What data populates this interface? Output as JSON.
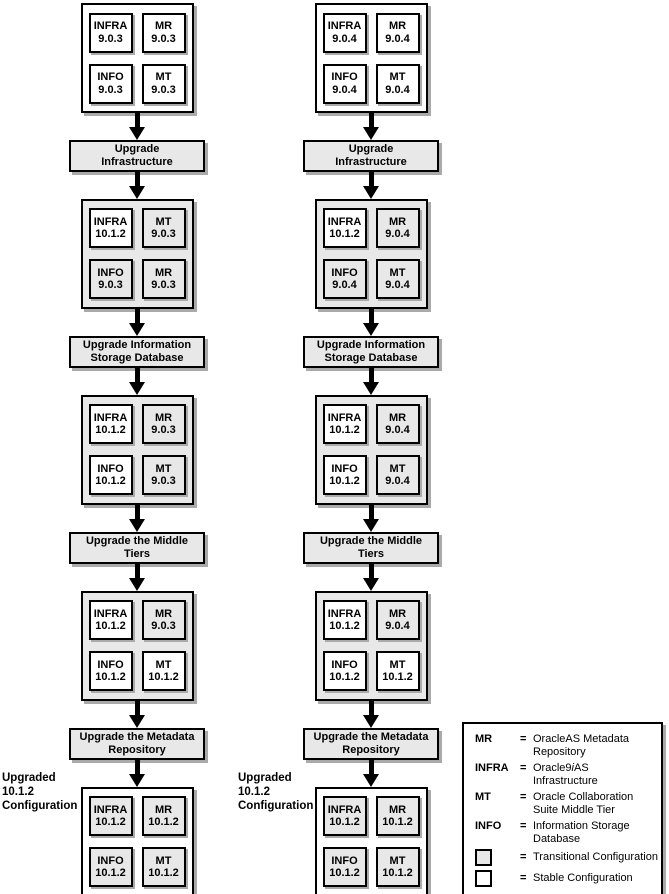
{
  "colors": {
    "border": "#000000",
    "shadow": "#aaaaaa",
    "gray_fill": "#e8e8e8",
    "white_fill": "#ffffff",
    "arrow": "#000000"
  },
  "columns": [
    {
      "id": "left",
      "final_label_lines": [
        "Upgraded",
        "10.1.2",
        "Configuration"
      ],
      "steps": [
        {
          "type": "group",
          "state": "stable",
          "cells": [
            {
              "name": "INFRA",
              "version": "9.0.3",
              "fill": "white"
            },
            {
              "name": "MR",
              "version": "9.0.3",
              "fill": "white"
            },
            {
              "name": "INFO",
              "version": "9.0.3",
              "fill": "white"
            },
            {
              "name": "MT",
              "version": "9.0.3",
              "fill": "white"
            }
          ]
        },
        {
          "type": "process",
          "lines": [
            "Upgrade",
            "Infrastructure"
          ]
        },
        {
          "type": "group",
          "state": "transitional",
          "cells": [
            {
              "name": "INFRA",
              "version": "10.1.2",
              "fill": "white"
            },
            {
              "name": "MT",
              "version": "9.0.3",
              "fill": "gray"
            },
            {
              "name": "INFO",
              "version": "9.0.3",
              "fill": "gray"
            },
            {
              "name": "MR",
              "version": "9.0.3",
              "fill": "gray"
            }
          ]
        },
        {
          "type": "process",
          "lines": [
            "Upgrade Information",
            "Storage Database"
          ]
        },
        {
          "type": "group",
          "state": "transitional",
          "cells": [
            {
              "name": "INFRA",
              "version": "10.1.2",
              "fill": "white"
            },
            {
              "name": "MR",
              "version": "9.0.3",
              "fill": "gray"
            },
            {
              "name": "INFO",
              "version": "10.1.2",
              "fill": "white"
            },
            {
              "name": "MT",
              "version": "9.0.3",
              "fill": "gray"
            }
          ]
        },
        {
          "type": "process",
          "lines": [
            "Upgrade the Middle",
            "Tiers"
          ]
        },
        {
          "type": "group",
          "state": "transitional",
          "cells": [
            {
              "name": "INFRA",
              "version": "10.1.2",
              "fill": "white"
            },
            {
              "name": "MR",
              "version": "9.0.3",
              "fill": "gray"
            },
            {
              "name": "INFO",
              "version": "10.1.2",
              "fill": "white"
            },
            {
              "name": "MT",
              "version": "10.1.2",
              "fill": "white"
            }
          ]
        },
        {
          "type": "process",
          "lines": [
            "Upgrade the Metadata",
            "Repository"
          ]
        },
        {
          "type": "group",
          "state": "stable",
          "cells": [
            {
              "name": "INFRA",
              "version": "10.1.2",
              "fill": "gray"
            },
            {
              "name": "MR",
              "version": "10.1.2",
              "fill": "gray"
            },
            {
              "name": "INFO",
              "version": "10.1.2",
              "fill": "gray"
            },
            {
              "name": "MT",
              "version": "10.1.2",
              "fill": "gray"
            }
          ]
        }
      ]
    },
    {
      "id": "right",
      "final_label_lines": [
        "Upgraded",
        "10.1.2",
        "Configuration"
      ],
      "steps": [
        {
          "type": "group",
          "state": "stable",
          "cells": [
            {
              "name": "INFRA",
              "version": "9.0.4",
              "fill": "white"
            },
            {
              "name": "MR",
              "version": "9.0.4",
              "fill": "white"
            },
            {
              "name": "INFO",
              "version": "9.0.4",
              "fill": "white"
            },
            {
              "name": "MT",
              "version": "9.0.4",
              "fill": "white"
            }
          ]
        },
        {
          "type": "process",
          "lines": [
            "Upgrade",
            "Infrastructure"
          ]
        },
        {
          "type": "group",
          "state": "transitional",
          "cells": [
            {
              "name": "INFRA",
              "version": "10.1.2",
              "fill": "white"
            },
            {
              "name": "MR",
              "version": "9.0.4",
              "fill": "gray"
            },
            {
              "name": "INFO",
              "version": "9.0.4",
              "fill": "gray"
            },
            {
              "name": "MT",
              "version": "9.0.4",
              "fill": "gray"
            }
          ]
        },
        {
          "type": "process",
          "lines": [
            "Upgrade Information",
            "Storage Database"
          ]
        },
        {
          "type": "group",
          "state": "transitional",
          "cells": [
            {
              "name": "INFRA",
              "version": "10.1.2",
              "fill": "white"
            },
            {
              "name": "MR",
              "version": "9.0.4",
              "fill": "gray"
            },
            {
              "name": "INFO",
              "version": "10.1.2",
              "fill": "white"
            },
            {
              "name": "MT",
              "version": "9.0.4",
              "fill": "gray"
            }
          ]
        },
        {
          "type": "process",
          "lines": [
            "Upgrade the Middle",
            "Tiers"
          ]
        },
        {
          "type": "group",
          "state": "transitional",
          "cells": [
            {
              "name": "INFRA",
              "version": "10.1.2",
              "fill": "white"
            },
            {
              "name": "MR",
              "version": "9.0.4",
              "fill": "gray"
            },
            {
              "name": "INFO",
              "version": "10.1.2",
              "fill": "white"
            },
            {
              "name": "MT",
              "version": "10.1.2",
              "fill": "white"
            }
          ]
        },
        {
          "type": "process",
          "lines": [
            "Upgrade the Metadata",
            "Repository"
          ]
        },
        {
          "type": "group",
          "state": "stable",
          "cells": [
            {
              "name": "INFRA",
              "version": "10.1.2",
              "fill": "gray"
            },
            {
              "name": "MR",
              "version": "10.1.2",
              "fill": "gray"
            },
            {
              "name": "INFO",
              "version": "10.1.2",
              "fill": "gray"
            },
            {
              "name": "MT",
              "version": "10.1.2",
              "fill": "gray"
            }
          ]
        }
      ]
    }
  ],
  "legend": {
    "items": [
      {
        "key": "MR",
        "eq": "=",
        "lines": [
          "OracleAS Metadata",
          "Repository"
        ]
      },
      {
        "key": "INFRA",
        "eq": "=",
        "lines_rich": [
          [
            {
              "t": "Oracle9"
            },
            {
              "t": "i",
              "italic": true
            },
            {
              "t": "AS"
            }
          ],
          [
            {
              "t": "Infrastructure"
            }
          ]
        ]
      },
      {
        "key": "MT",
        "eq": "=",
        "lines": [
          "Oracle Collaboration",
          "Suite Middle Tier"
        ]
      },
      {
        "key": "INFO",
        "eq": "=",
        "lines": [
          "Information Storage",
          "Database"
        ]
      },
      {
        "swatch": "transitional",
        "eq": "=",
        "lines": [
          "Transitional Configuration"
        ]
      },
      {
        "swatch": "stable",
        "eq": "=",
        "lines": [
          "Stable Configuration"
        ]
      }
    ]
  }
}
